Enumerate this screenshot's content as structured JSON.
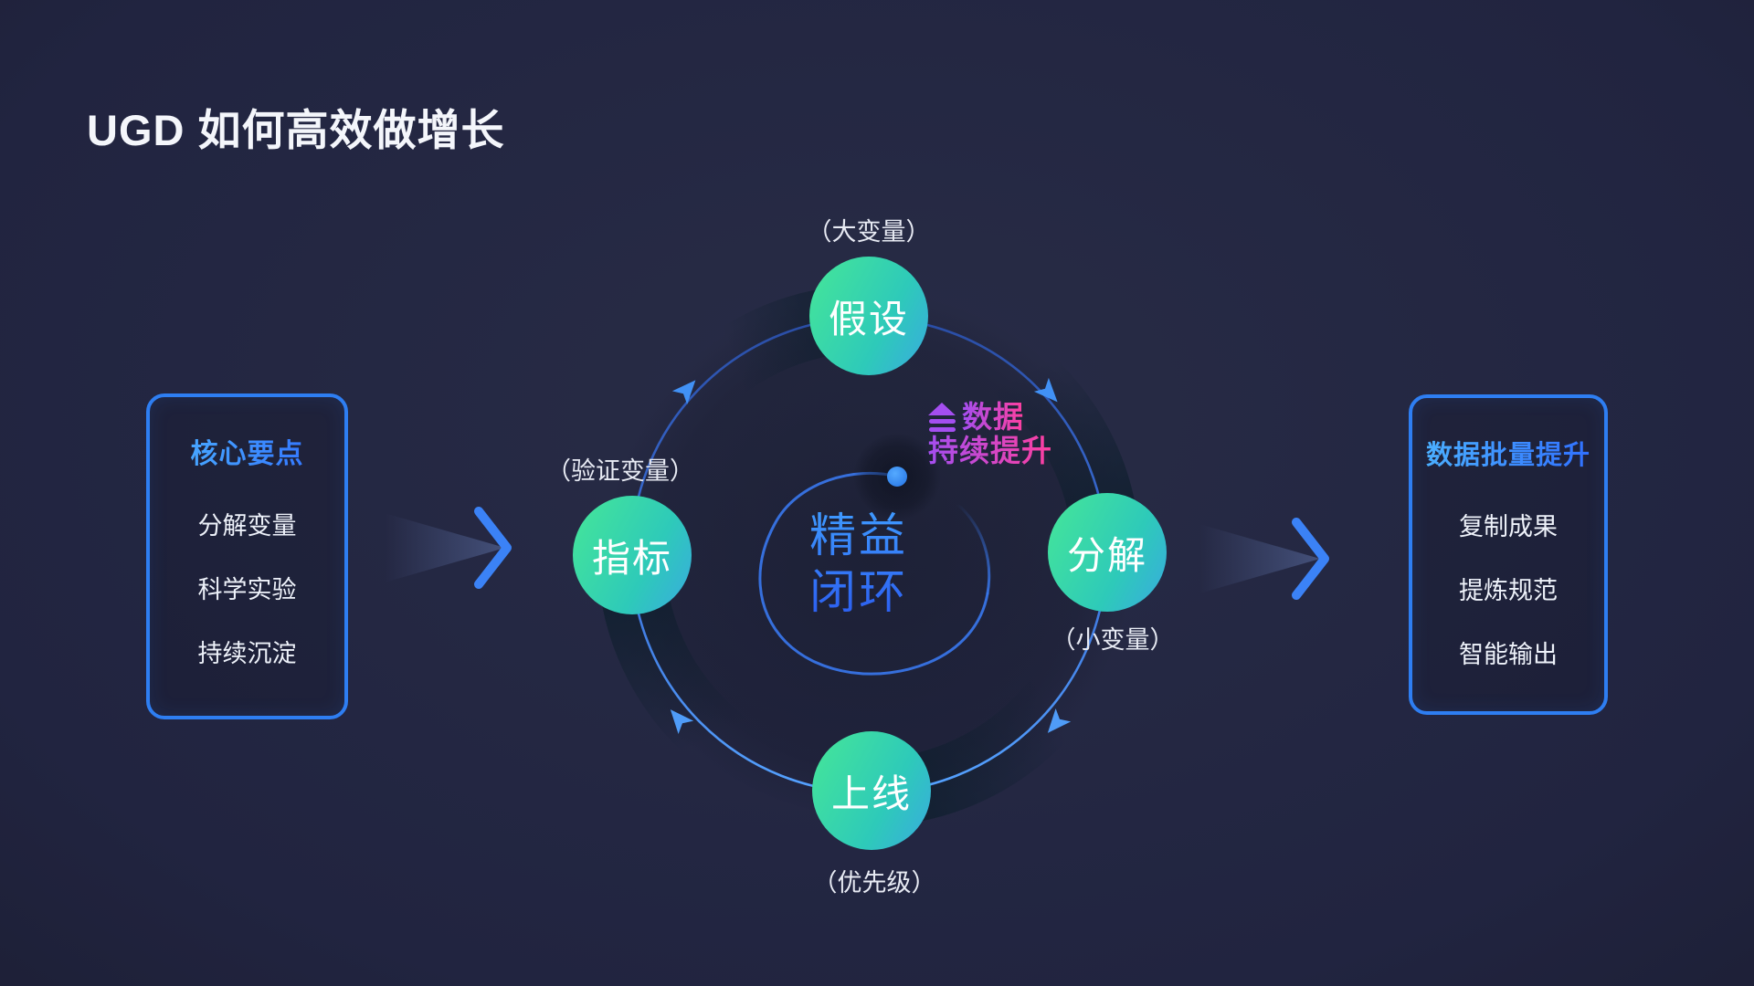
{
  "slide": {
    "title": "UGD 如何高效做增长"
  },
  "left_panel": {
    "heading": "核心要点",
    "items": [
      "分解变量",
      "科学实验",
      "持续沉淀"
    ]
  },
  "right_panel": {
    "heading": "数据批量提升",
    "items": [
      "复制成果",
      "提炼规范",
      "智能输出"
    ]
  },
  "cycle": {
    "center": {
      "line1": "精益",
      "line2": "闭环"
    },
    "annotation": {
      "icon": "growth-layers-icon",
      "line1": "数据",
      "line2": "持续提升"
    },
    "flow": "clockwise",
    "nodes": [
      {
        "id": "hypothesis",
        "label": "假设",
        "note": "（大变量）"
      },
      {
        "id": "decompose",
        "label": "分解",
        "note": "（小变量）"
      },
      {
        "id": "launch",
        "label": "上线",
        "note": "（优先级）"
      },
      {
        "id": "metric",
        "label": "指标",
        "note": "（验证变量）"
      }
    ]
  },
  "colors": {
    "background": "#212440",
    "accent_blue": "#3b82f6",
    "panel_border": "#2e7ef2",
    "node_gradient_start": "#41e19e",
    "node_gradient_end": "#3aa6e6",
    "heading_blue_start": "#4db4ff",
    "heading_blue_end": "#2e6bff",
    "center_text_blue": "#2f78ff",
    "magenta_start": "#a44ef0",
    "magenta_end": "#ff3f9f",
    "text_white": "#eef2fa"
  }
}
